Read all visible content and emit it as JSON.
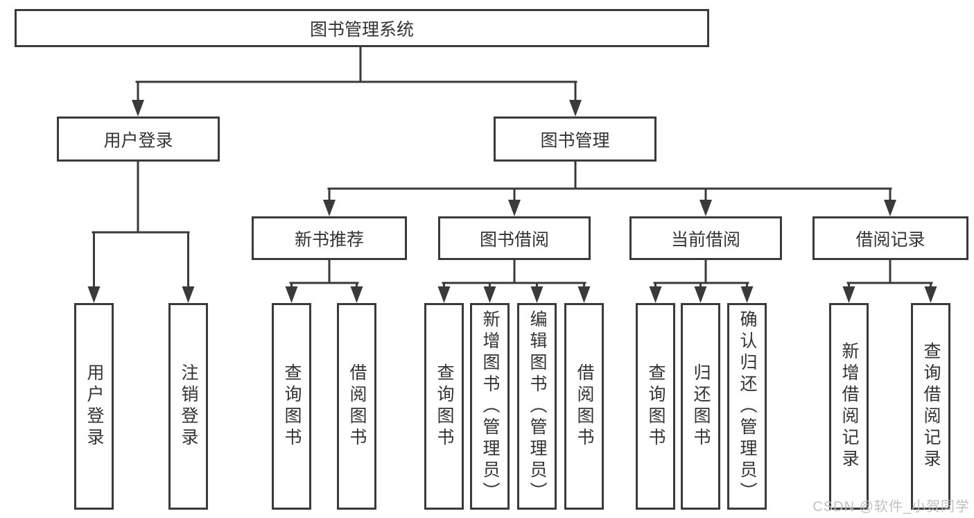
{
  "diagram_type": "function-tree",
  "colors": {
    "line": "#3a3a3a",
    "box_border": "#3a3a3a",
    "box_background": "#ffffff",
    "text": "#333333",
    "watermark": "#bdbdbd",
    "page_background": "#ffffff"
  },
  "tree": {
    "label": "图书管理系统",
    "children": [
      {
        "label": "用户登录",
        "children": [
          {
            "label": "用户登录"
          },
          {
            "label": "注销登录"
          }
        ]
      },
      {
        "label": "图书管理",
        "children": [
          {
            "label": "新书推荐",
            "children": [
              {
                "label": "查询图书"
              },
              {
                "label": "借阅图书"
              }
            ]
          },
          {
            "label": "图书借阅",
            "children": [
              {
                "label": "查询图书"
              },
              {
                "label": "新增图书（管理员）"
              },
              {
                "label": "编辑图书（管理员）"
              },
              {
                "label": "借阅图书"
              }
            ]
          },
          {
            "label": "当前借阅",
            "children": [
              {
                "label": "查询图书"
              },
              {
                "label": "归还图书"
              },
              {
                "label": "确认归还（管理员）"
              }
            ]
          },
          {
            "label": "借阅记录",
            "children": [
              {
                "label": "新增借阅记录"
              },
              {
                "label": "查询借阅记录"
              }
            ]
          }
        ]
      }
    ]
  },
  "watermark": {
    "text": "CSDN @软件_小贺同学"
  }
}
